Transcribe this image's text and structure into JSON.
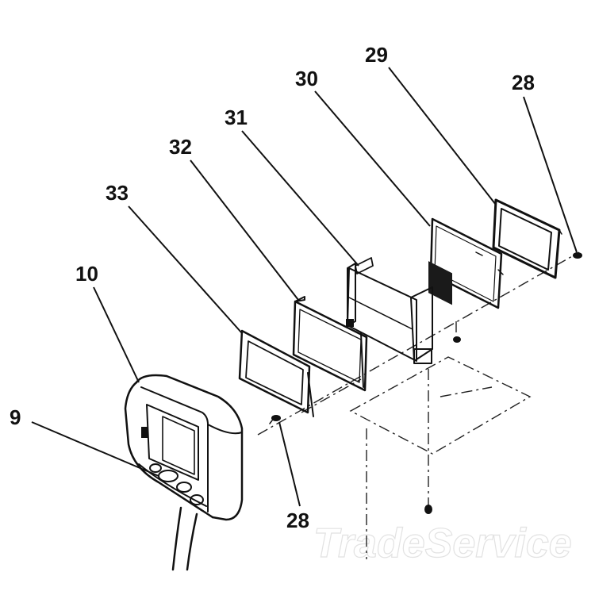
{
  "diagram": {
    "callouts": {
      "c29": "29",
      "c30": "30",
      "c28_top": "28",
      "c31": "31",
      "c32": "32",
      "c33": "33",
      "c10": "10",
      "c9": "9",
      "c28_bottom": "28"
    },
    "watermark": "TradeService"
  }
}
